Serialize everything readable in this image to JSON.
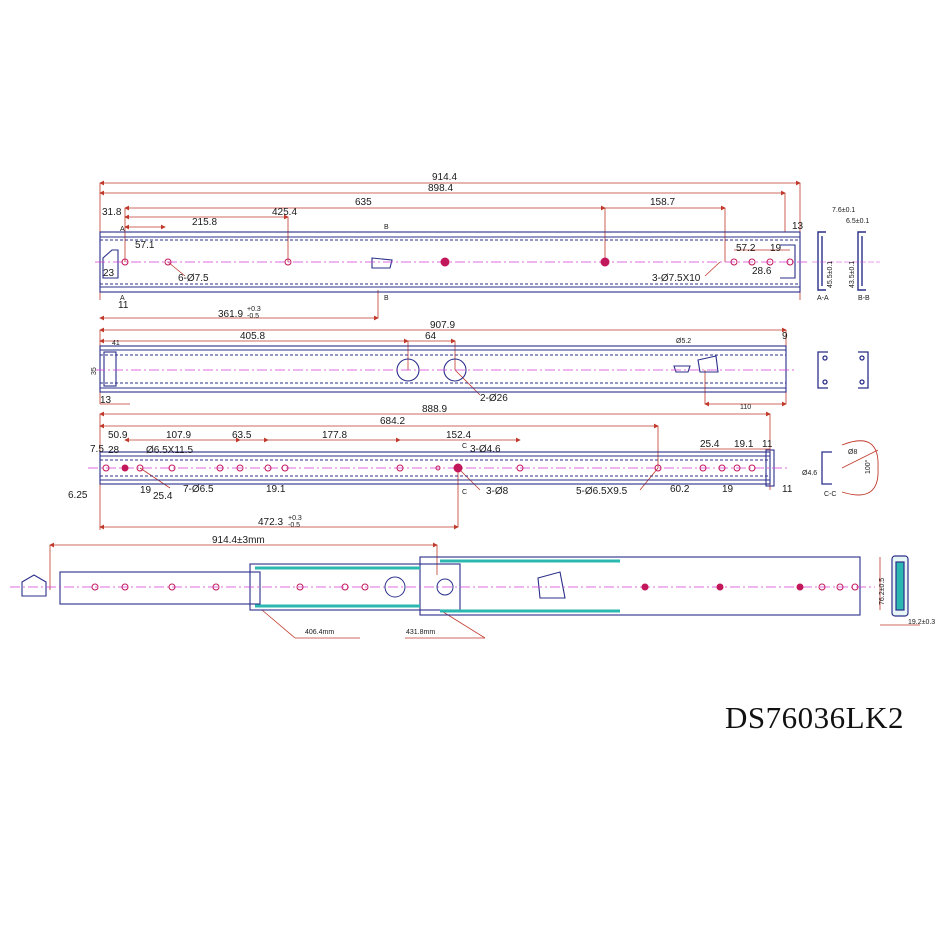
{
  "model_code": "DS76036LK2",
  "colors": {
    "outline": "#2b2f8a",
    "dimension": "#c0392b",
    "centerline": "#d33bd3",
    "hole_fill": "#c2185b",
    "teal": "#2bb8b0",
    "text": "#1a1a1a"
  },
  "view1": {
    "dims": [
      "914.4",
      "898.4",
      "31.8",
      "635",
      "425.4",
      "215.8",
      "158.7",
      "13",
      "57.1",
      "6-Ø7.5",
      "23",
      "57.2",
      "19",
      "28.6",
      "3-Ø7.5X10",
      "11",
      "361.9"
    ],
    "tol_plus": "+0.3",
    "tol_minus": "-0.5",
    "section_labels": [
      "A",
      "B",
      "A",
      "B"
    ]
  },
  "view2": {
    "dims": [
      "907.9",
      "405.8",
      "64",
      "9",
      "Ø5.2",
      "41",
      "2-Ø26",
      "13",
      "110",
      "35"
    ]
  },
  "view3": {
    "dims": [
      "888.9",
      "684.2",
      "7.5",
      "50.9",
      "107.9",
      "63.5",
      "177.8",
      "152.4",
      "25.4",
      "19.1",
      "11",
      "28",
      "Ø6.5X11.5",
      "3-Ø4.6",
      "19",
      "25.4",
      "7-Ø6.5",
      "19.1",
      "3-Ø8",
      "5-Ø6.5X9.5",
      "60.2",
      "19",
      "11",
      "6.25",
      "472.3",
      "C",
      "C"
    ],
    "tol_plus": "+0.3",
    "tol_minus": "-0.5"
  },
  "view4": {
    "dims": [
      "914.4±3mm",
      "406.4mm",
      "431.8mm",
      "76.2±0.5",
      "19.2±0.3"
    ]
  },
  "sections": {
    "aa_dims": [
      "7.6±0.1",
      "45.5±0.1",
      "A-A"
    ],
    "bb_dims": [
      "6.5±0.1",
      "43.5±0.1",
      "B-B"
    ],
    "cc_dims": [
      "Ø8",
      "100°",
      "Ø4.6",
      "C-C"
    ]
  }
}
